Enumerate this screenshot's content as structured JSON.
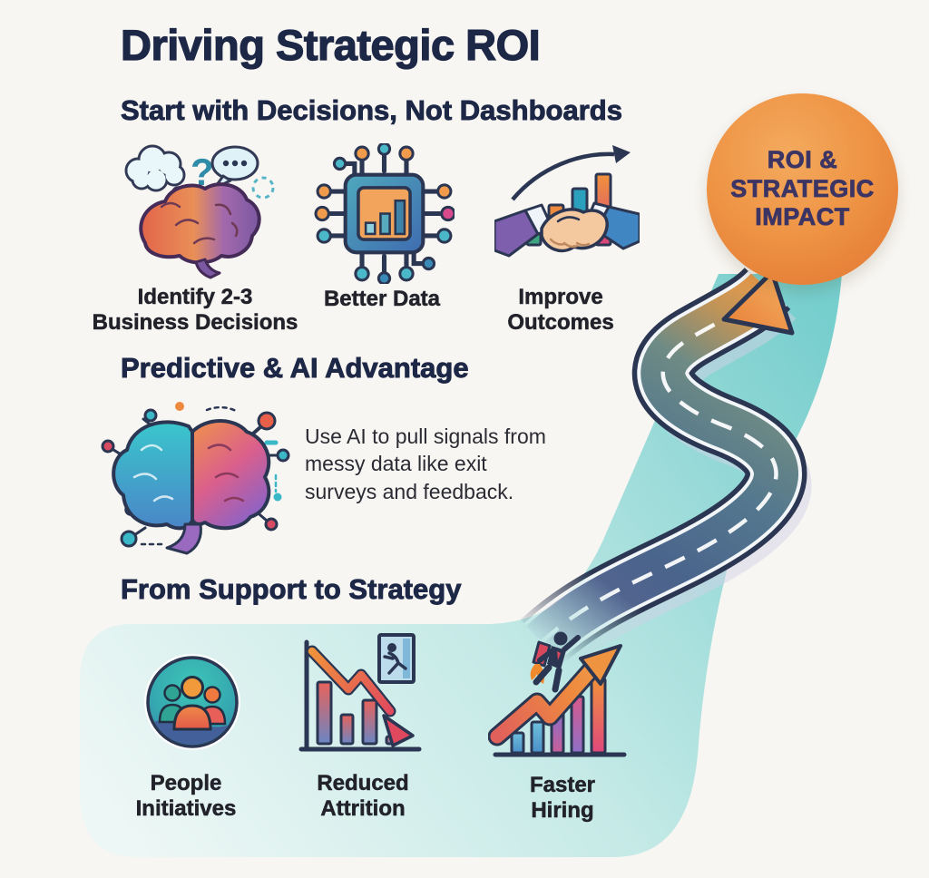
{
  "title": "Driving Strategic ROI",
  "roi_badge": {
    "lines": [
      "ROI &",
      "STRATEGIC",
      "IMPACT"
    ],
    "circle_color": "#EE9344",
    "text_color": "#3C3564"
  },
  "sections": {
    "start": {
      "heading": "Start with Decisions, Not Dashboards",
      "items": [
        {
          "icon": "thinking-brain-icon",
          "label_lines": [
            "Identify 2-3",
            "Business Decisions"
          ]
        },
        {
          "icon": "data-chip-icon",
          "label_lines": [
            "Better Data"
          ]
        },
        {
          "icon": "handshake-growth-icon",
          "label_lines": [
            "Improve",
            "Outcomes"
          ]
        }
      ]
    },
    "ai": {
      "heading": "Predictive & AI Advantage",
      "icon": "ai-brain-icon",
      "body_lines": [
        "Use AI to pull signals from",
        "messy data like exit",
        "surveys and feedback."
      ]
    },
    "strategy": {
      "heading": "From Support to Strategy",
      "items": [
        {
          "icon": "people-group-icon",
          "label_lines": [
            "People",
            "Initiatives"
          ]
        },
        {
          "icon": "declining-chart-exit-icon",
          "label_lines": [
            "Reduced",
            "Attrition"
          ]
        },
        {
          "icon": "rising-arrow-runner-icon",
          "label_lines": [
            "Faster",
            "Hiring"
          ]
        }
      ]
    }
  },
  "road": {
    "icon": "winding-road-arrow",
    "band_teal": "#79CFCE",
    "band_mint": "#EDF7F5",
    "arrow_orange": "#E9A04E"
  },
  "colors": {
    "background": "#F8F6F2",
    "heading_navy": "#1D2746",
    "label_dark": "#22222B",
    "body_text": "#2B2B33",
    "outline_navy": "#2B3652",
    "road_blue": "#5E6492",
    "road_steel": "#54788E"
  }
}
